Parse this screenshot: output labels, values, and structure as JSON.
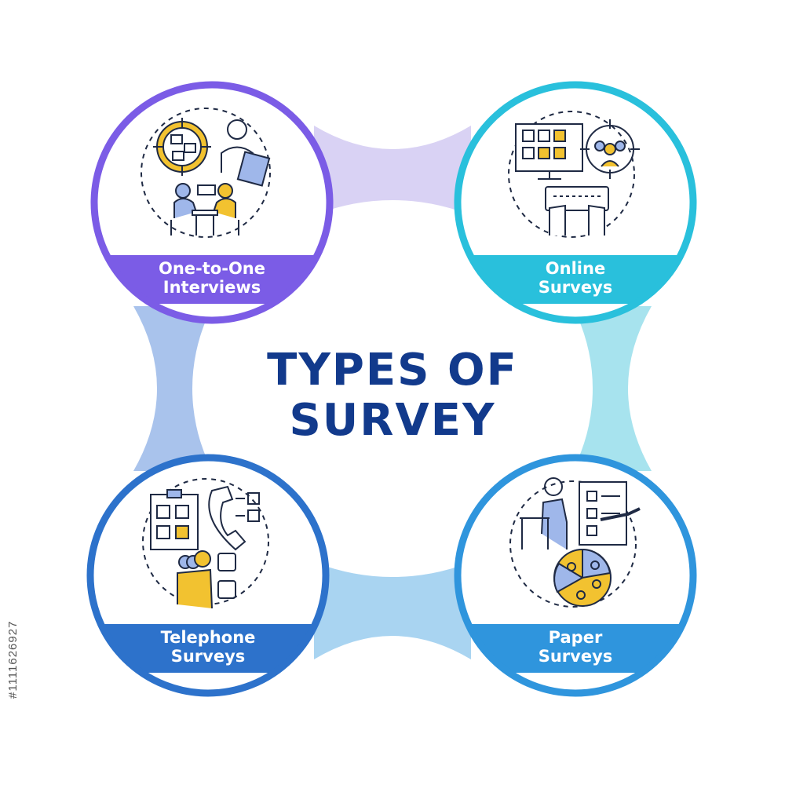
{
  "title": {
    "line1": "TYPES OF",
    "line2": "SURVEY"
  },
  "side_id": "#1111626927",
  "colors": {
    "title": "#123a8c",
    "purple": "#7b5ce6",
    "cyan": "#29c0dc",
    "blue_dark": "#2d72cb",
    "blue": "#2f95dd",
    "icon_yellow": "#f2c230",
    "icon_line": "#1f2a44"
  },
  "cards": [
    {
      "id": "interviews",
      "line1": "One-to-One",
      "line2": "Interviews",
      "icon": "interview-icon"
    },
    {
      "id": "online",
      "line1": "Online",
      "line2": "Surveys",
      "icon": "online-survey-icon"
    },
    {
      "id": "telephone",
      "line1": "Telephone",
      "line2": "Surveys",
      "icon": "telephone-survey-icon"
    },
    {
      "id": "paper",
      "line1": "Paper",
      "line2": "Surveys",
      "icon": "paper-survey-icon"
    }
  ]
}
